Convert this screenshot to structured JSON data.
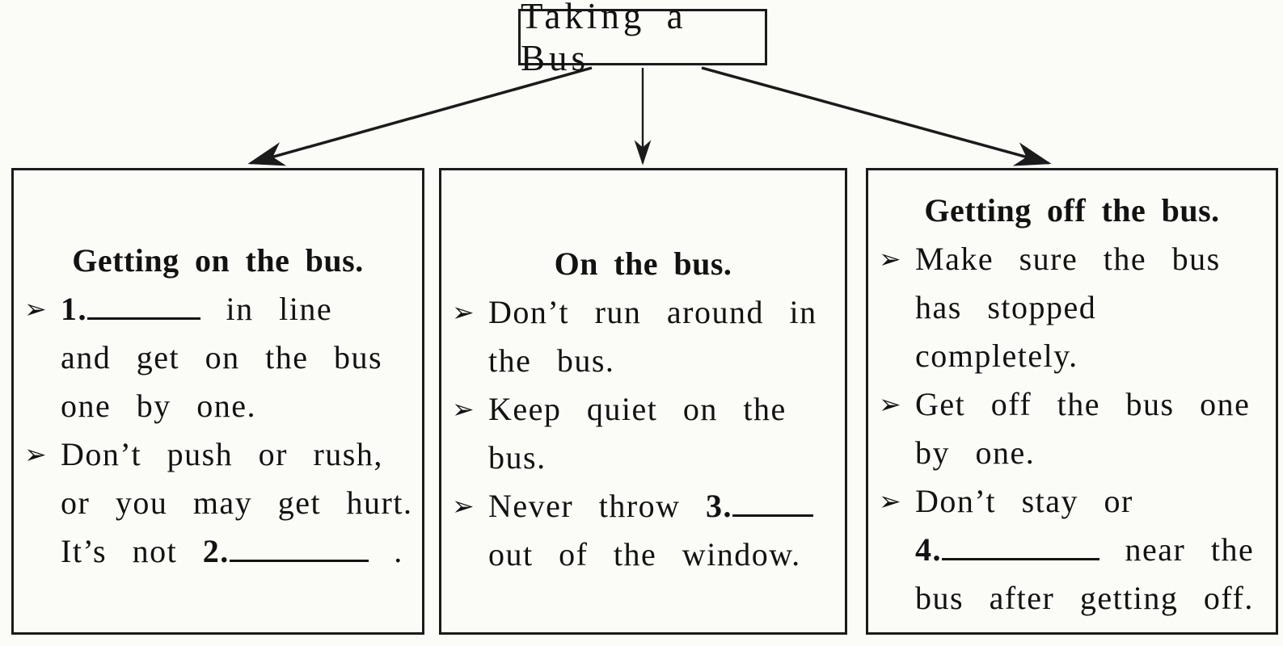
{
  "title": "Taking a Bus",
  "bullet_icon": "➢",
  "left_box": {
    "heading": "Getting on the bus.",
    "item1_num": "1.",
    "item1_after_blank": "in line",
    "item1_line2": "and get on the bus",
    "item1_line3": "one by one.",
    "item2_line1": "Don’t push or rush,",
    "item2_line2": "or you may get hurt.",
    "item2_line3_pre": "It’s not",
    "item2_num": "2.",
    "item2_period": "."
  },
  "middle_box": {
    "heading": "On the bus.",
    "item1_line1": "Don’t run around in",
    "item1_line2": "the bus.",
    "item2_line1": "Keep quiet on the",
    "item2_line2": "bus.",
    "item3_pre": "Never throw",
    "item3_num": "3.",
    "item3_line2": "out of the window."
  },
  "right_box": {
    "heading": "Getting off the bus.",
    "item1_line1": "Make sure the bus",
    "item1_line2": "has stopped",
    "item1_line3": "completely.",
    "item2_line1": "Get off the bus one",
    "item2_line2": "by one.",
    "item3_line1": "Don’t stay or",
    "item3_num": "4.",
    "item3_after_blank": "near the",
    "item3_line3": "bus after getting off."
  },
  "colors": {
    "ink": "#1b1b1b",
    "paper": "#fbfbf8"
  }
}
